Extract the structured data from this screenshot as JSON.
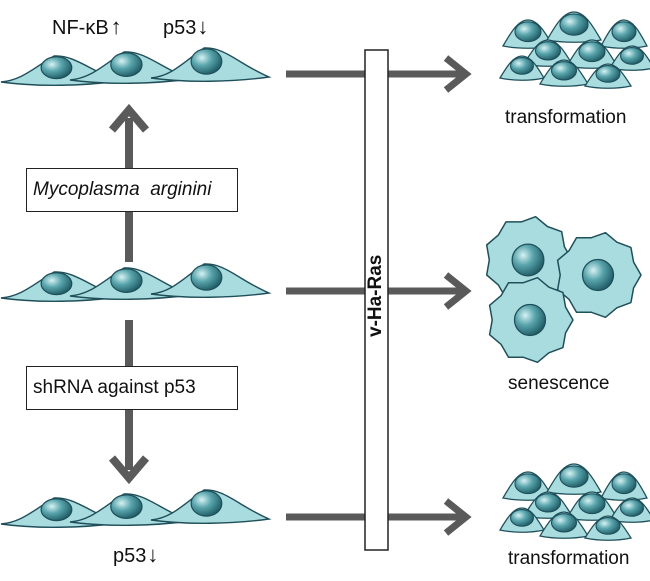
{
  "top_markers": {
    "nfkb_label": "NF-κB",
    "nfkb_arrow": "↑",
    "p53_label": "p53",
    "p53_arrow": "↓"
  },
  "bottom_markers": {
    "p53_label": "p53",
    "p53_arrow": "↓"
  },
  "treatment_boxes": {
    "mycoplasma": "Mycoplasma  arginini",
    "shrna": "shRNA against p53"
  },
  "ras_bar_label": "v-Ha-Ras",
  "outcomes": {
    "top": "transformation",
    "middle": "senescence",
    "bottom": "transformation"
  },
  "colors": {
    "cell_fill": "#a9dcdf",
    "cell_stroke": "#1f4f5a",
    "nucleus": "#3f8a94",
    "arrow": "#5a5a5a"
  }
}
